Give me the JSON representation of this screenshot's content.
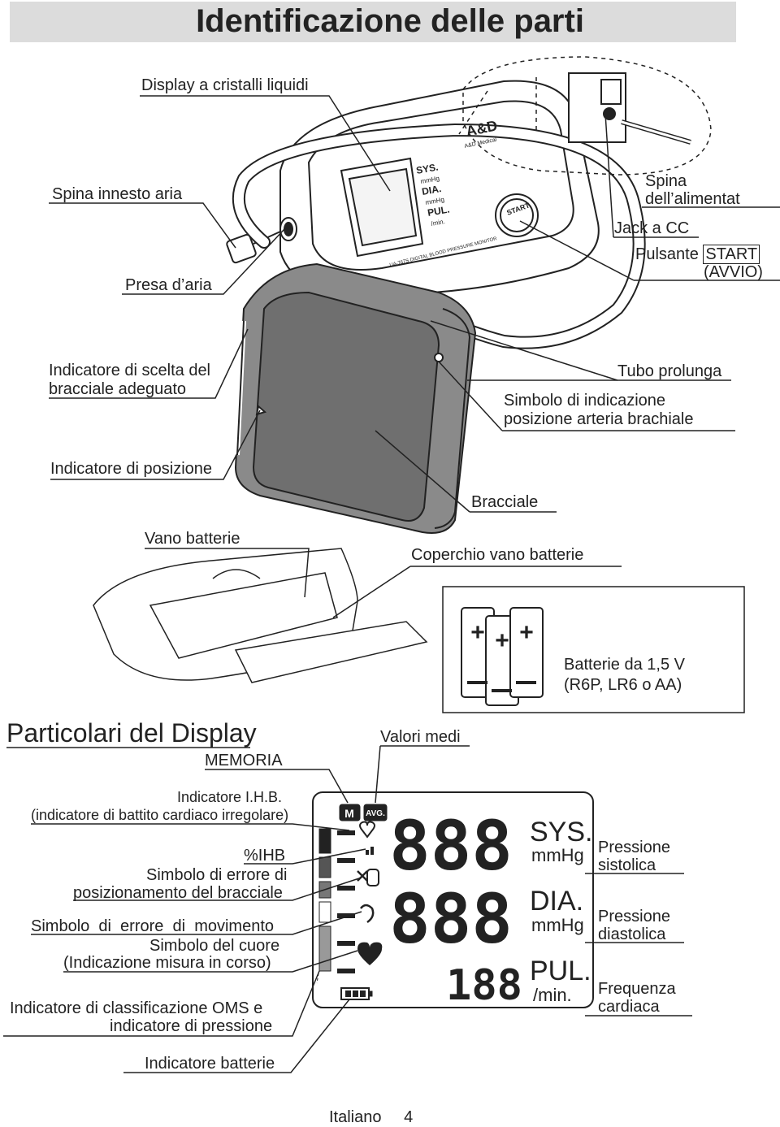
{
  "page": {
    "title": "Identificazione delle parti",
    "footer_language": "Italiano",
    "footer_page": "4"
  },
  "parts": {
    "display": "Display a cristalli liquidi",
    "air_plug": "Spina innesto aria",
    "air_socket": "Presa d’aria",
    "adapter_plug_line1": "Spina",
    "adapter_plug_line2": "dell’alimentat",
    "dc_jack": "Jack a CC",
    "start_button_prefix": "Pulsante",
    "start_button_key": "START",
    "start_button_sub": "(AVVIO)",
    "cuff_fit_line1": "Indicatore di scelta del",
    "cuff_fit_line2": "bracciale adeguato",
    "extension_tube": "Tubo prolunga",
    "artery_symbol_line1": "Simbolo di indicazione",
    "artery_symbol_line2": "posizione arteria brachiale",
    "position_indicator": "Indicatore di posizione",
    "cuff": "Bracciale",
    "battery_compartment": "Vano batterie",
    "battery_cover": "Coperchio vano batterie",
    "batteries_line1": "Batterie da 1,5 V",
    "batteries_line2": "(R6P, LR6 o AA)"
  },
  "display_details": {
    "heading": "Particolari del Display",
    "average_values": "Valori medi",
    "memory": "MEMORIA",
    "ihb_line1": "Indicatore I.H.B.",
    "ihb_line2": "(indicatore di battito cardiaco irregolare)",
    "ihb_percent": "%IHB",
    "cuff_error_line1": "Simbolo di errore di",
    "cuff_error_line2": "posizionamento del bracciale",
    "motion_error": "Simbolo  di  errore  di  movimento",
    "heart_line1": "Simbolo del cuore",
    "heart_line2": "(Indicazione misura in corso)",
    "who_line1": "Indicatore di classificazione OMS e",
    "who_line2": "indicatore di pressione",
    "battery_indicator": "Indicatore batterie",
    "systolic_line1": "Pressione",
    "systolic_line2": "sistolica",
    "diastolic_line1": "Pressione",
    "diastolic_line2": "diastolica",
    "pulse_line1": "Frequenza",
    "pulse_line2": "cardiaca"
  },
  "lcd": {
    "digits_sys": "888",
    "digits_dia": "888",
    "digits_pul": "188",
    "sys": "SYS.",
    "sys_unit": "mmHg",
    "dia": "DIA.",
    "dia_unit": "mmHg",
    "pul": "PUL.",
    "pul_unit": "/min.",
    "memory_icon": "M",
    "avg_icon": "AVG."
  },
  "device": {
    "brand": "A&D",
    "brand_sub": "A&D Medical",
    "model": "UA-767S DIGITAL BLOOD PRESSURE MONITOR",
    "lcd_sys": "SYS.",
    "lcd_sys_unit": "mmHg",
    "lcd_dia": "DIA.",
    "lcd_dia_unit": "mmHg",
    "lcd_pul": "PUL.",
    "lcd_pul_unit": "/min.",
    "start": "START"
  },
  "battery_signs": [
    "+",
    "+",
    "+"
  ]
}
